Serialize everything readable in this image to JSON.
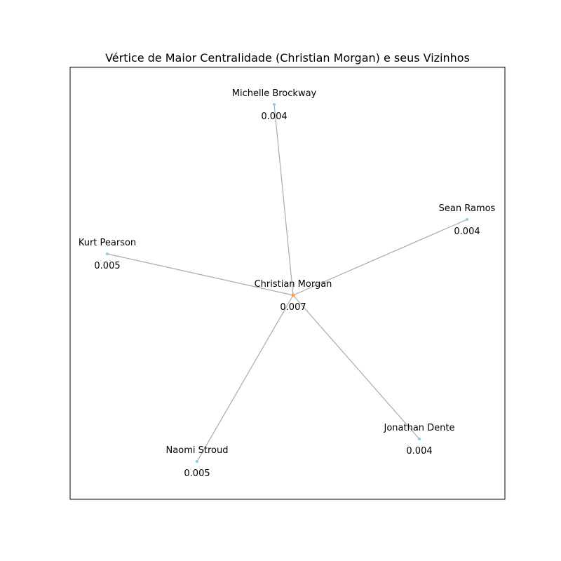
{
  "title": "Vértice de Maior Centralidade (Christian Morgan) e seus Vizinhos",
  "colors": {
    "center_node": "#f5a04a",
    "neighbor_node": "#87ceeb",
    "edge": "#aaaaaa"
  },
  "graph": {
    "center": {
      "name": "Christian Morgan",
      "value": "0.007"
    },
    "neighbors": [
      {
        "name": "Michelle Brockway",
        "value": "0.004"
      },
      {
        "name": "Sean Ramos",
        "value": "0.004"
      },
      {
        "name": "Kurt Pearson",
        "value": "0.005"
      },
      {
        "name": "Jonathan Dente",
        "value": "0.004"
      },
      {
        "name": "Naomi Stroud",
        "value": "0.005"
      }
    ]
  }
}
